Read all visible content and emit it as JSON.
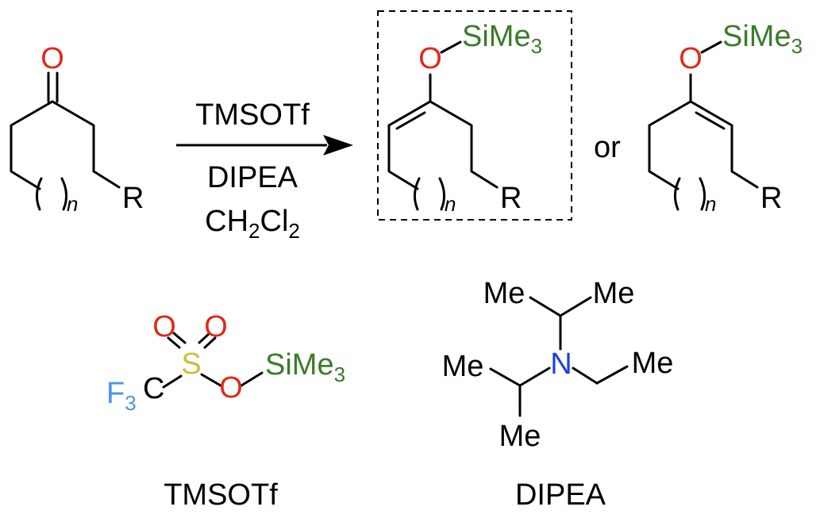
{
  "reaction": {
    "reactant": {
      "carbonyl_o": "O",
      "subscript_n": "n",
      "substituent": "R"
    },
    "arrow": {
      "reagent_top": "TMSOTf",
      "reagent_mid": "DIPEA",
      "solvent_ch": "CH",
      "solvent_h_sub": "2",
      "solvent_cl": "Cl",
      "solvent_cl_sub": "2"
    },
    "product_main": {
      "oxygen": "O",
      "silyl": "SiMe",
      "silyl_sub": "3",
      "subscript_n": "n",
      "substituent": "R"
    },
    "conjunction": "or",
    "product_alt": {
      "oxygen": "O",
      "silyl": "SiMe",
      "silyl_sub": "3",
      "subscript_n": "n",
      "substituent": "R"
    }
  },
  "tmsotf": {
    "f3": "F",
    "f3_sub": "3",
    "carbon": "C",
    "sulfur": "S",
    "oxo_1": "O",
    "oxo_2": "O",
    "bridge_o": "O",
    "silyl": "SiMe",
    "silyl_sub": "3",
    "name": "TMSOTf"
  },
  "dipea": {
    "nitrogen": "N",
    "me_top_left": "Me",
    "me_top_right": "Me",
    "me_left": "Me",
    "me_bottom": "Me",
    "me_ethyl": "Me",
    "name": "DIPEA"
  },
  "colors": {
    "oxygen": "#e0281c",
    "silicon": "#3b7a2b",
    "sulfur": "#c8c23a",
    "fluorine": "#4f93e6",
    "nitrogen": "#1d3fe0",
    "bond": "#000000"
  }
}
